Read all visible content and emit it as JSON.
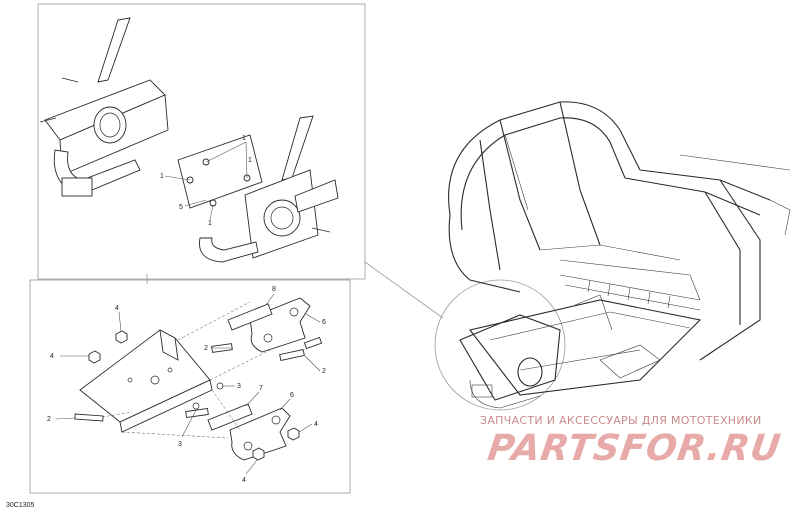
{
  "diagram": {
    "ref_code": "30C1305",
    "callouts": {
      "top": [
        "1",
        "1",
        "1",
        "5",
        "1"
      ],
      "bottom": [
        "4",
        "4",
        "8",
        "6",
        "2",
        "3",
        "2",
        "2",
        "3",
        "7",
        "6",
        "4",
        "4"
      ]
    }
  },
  "watermark": {
    "caption": "ЗАПЧАСТИ И АКСЕССУАРЫ ДЛЯ МОТОТЕХНИКИ",
    "logo": "PARTSFOR.RU",
    "color": "#e8a9a9"
  }
}
